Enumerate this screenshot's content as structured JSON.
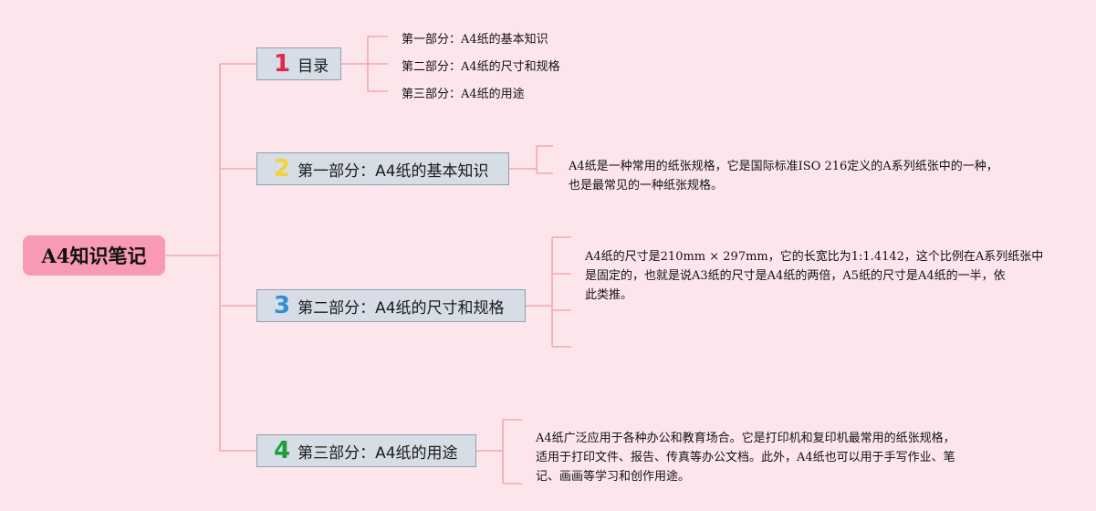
{
  "root": {
    "label": "A4知识笔记"
  },
  "sections": [
    {
      "number": "1",
      "title": "目录",
      "color": "#e0294a"
    },
    {
      "number": "2",
      "title": "第一部分：A4纸的基本知识",
      "color": "#f4d23c"
    },
    {
      "number": "3",
      "title": "第二部分：A4纸的尺寸和规格",
      "color": "#2f8fd6"
    },
    {
      "number": "4",
      "title": "第三部分：A4纸的用途",
      "color": "#1e9e3a"
    }
  ],
  "toc_items": [
    "第一部分：A4纸的基本知识",
    "第二部分：A4纸的尺寸和规格",
    "第三部分：A4纸的用途"
  ],
  "details": {
    "basic": [
      "A4纸是一种常用的纸张规格，它是国际标准ISO 216定义的A系列纸张中的一种，",
      "也是最常见的一种纸张规格。"
    ],
    "size": [
      "A4纸的尺寸是210mm × 297mm，它的长宽比为1:1.4142，这个比例在A系列纸张中",
      "是固定的，也就是说A3纸的尺寸是A4纸的两倍，A5纸的尺寸是A4纸的一半，依",
      "此类推。"
    ],
    "usage": [
      "A4纸广泛应用于各种办公和教育场合。它是打印机和复印机最常用的纸张规格，",
      "适用于打印文件、报告、传真等办公文档。此外，A4纸也可以用于手写作业、笔",
      "记、画画等学习和创作用途。"
    ]
  },
  "colors": {
    "background": "#fde6eb",
    "root_fill": "#f89ab4",
    "node_fill": "#d6dde6",
    "connector": "#f3a6b8"
  }
}
